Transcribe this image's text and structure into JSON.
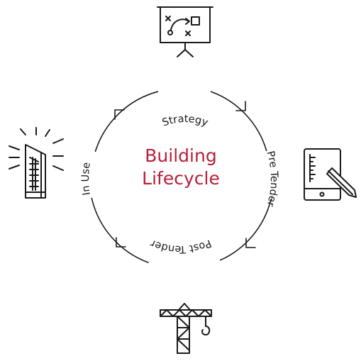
{
  "title": {
    "line1": "Building",
    "line2": "Lifecycle",
    "color": "#b8203a"
  },
  "stages": [
    {
      "label": "Strategy",
      "icon": "strategy-board-icon"
    },
    {
      "label": "Pre Tender",
      "icon": "tablet-stylus-icon"
    },
    {
      "label": "Post Tender",
      "icon": "tower-crane-icon"
    },
    {
      "label": "In Use",
      "icon": "office-building-icon"
    }
  ],
  "colors": {
    "line": "#1a1a1a",
    "background": "#ffffff"
  }
}
